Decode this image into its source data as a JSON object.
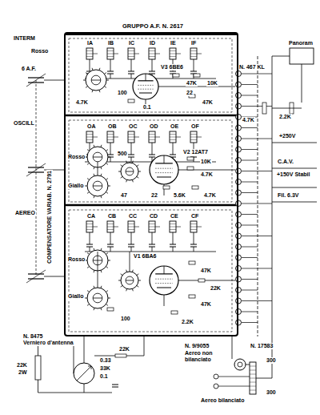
{
  "diagram": {
    "nodes": [
      {
        "text": [
          "GRUPPO A.F. N. 2617"
        ]
      }
    ],
    "labels": [
      "INTERM",
      "Rosso",
      "6 A.F.",
      "IA",
      "IB",
      "IC",
      "ID",
      "IE",
      "IF",
      "V3 6BE6",
      "100",
      "47K",
      "10K",
      "22",
      "4.7K",
      "0.1",
      "47K",
      "N. 467 KL",
      "Panoram",
      "4.7K",
      "2.2K",
      "+250V",
      "OSCILL",
      "Rosso",
      "Giallo",
      "OA",
      "OB",
      "OC",
      "OD",
      "OE",
      "OF",
      "V2 12AT7",
      "500",
      "10K",
      "4.7K",
      "47",
      "22",
      "5.6K",
      "4.7K",
      "C.A.V.",
      "+150V Stabil",
      "Fil. 6.3V",
      "AEREO",
      "CA",
      "CB",
      "CC",
      "CD",
      "CE",
      "CF",
      "Rosso",
      "Giallo",
      "V1 6BA6",
      "100",
      "47K",
      "47K",
      "2.2K",
      "22K",
      "COMPENSATORE VARIAB. N. 2791",
      "N. 8475",
      "Verniero d'antenna",
      "22K",
      "2W",
      "0.33",
      "33K",
      "0.1",
      "22K",
      "N. 9/9055",
      "Aereo non bilanciato",
      "N. 17583",
      "300",
      "300",
      "Aereo bilanciato"
    ]
  }
}
